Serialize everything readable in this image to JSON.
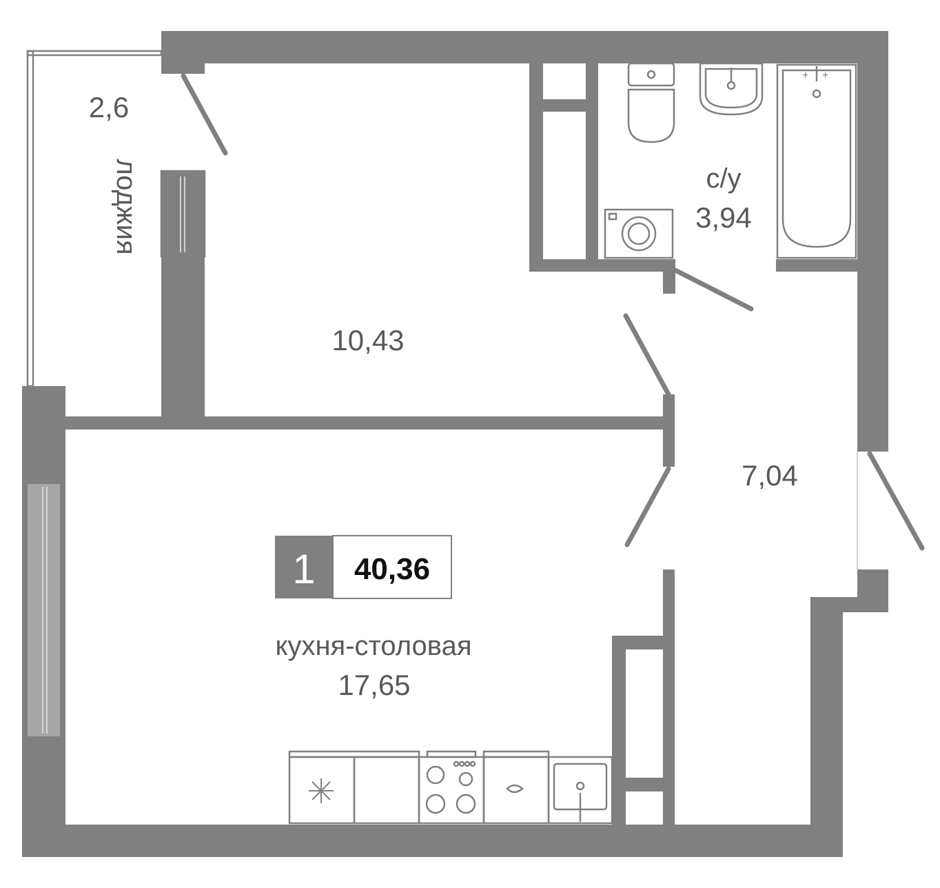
{
  "plan": {
    "rooms_count": "1",
    "total_area": "40,36"
  },
  "rooms": {
    "loggia": {
      "name": "лоджия",
      "area": "2,6"
    },
    "bedroom": {
      "area": "10,43"
    },
    "bathroom": {
      "name": "с/у",
      "area": "3,94"
    },
    "hallway": {
      "area": "7,04"
    },
    "kitchen": {
      "name": "кухня-столовая",
      "area": "17,65"
    }
  },
  "colors": {
    "wall": "#808080",
    "text": "#595959",
    "badge_fill": "#808080",
    "background": "#ffffff"
  }
}
